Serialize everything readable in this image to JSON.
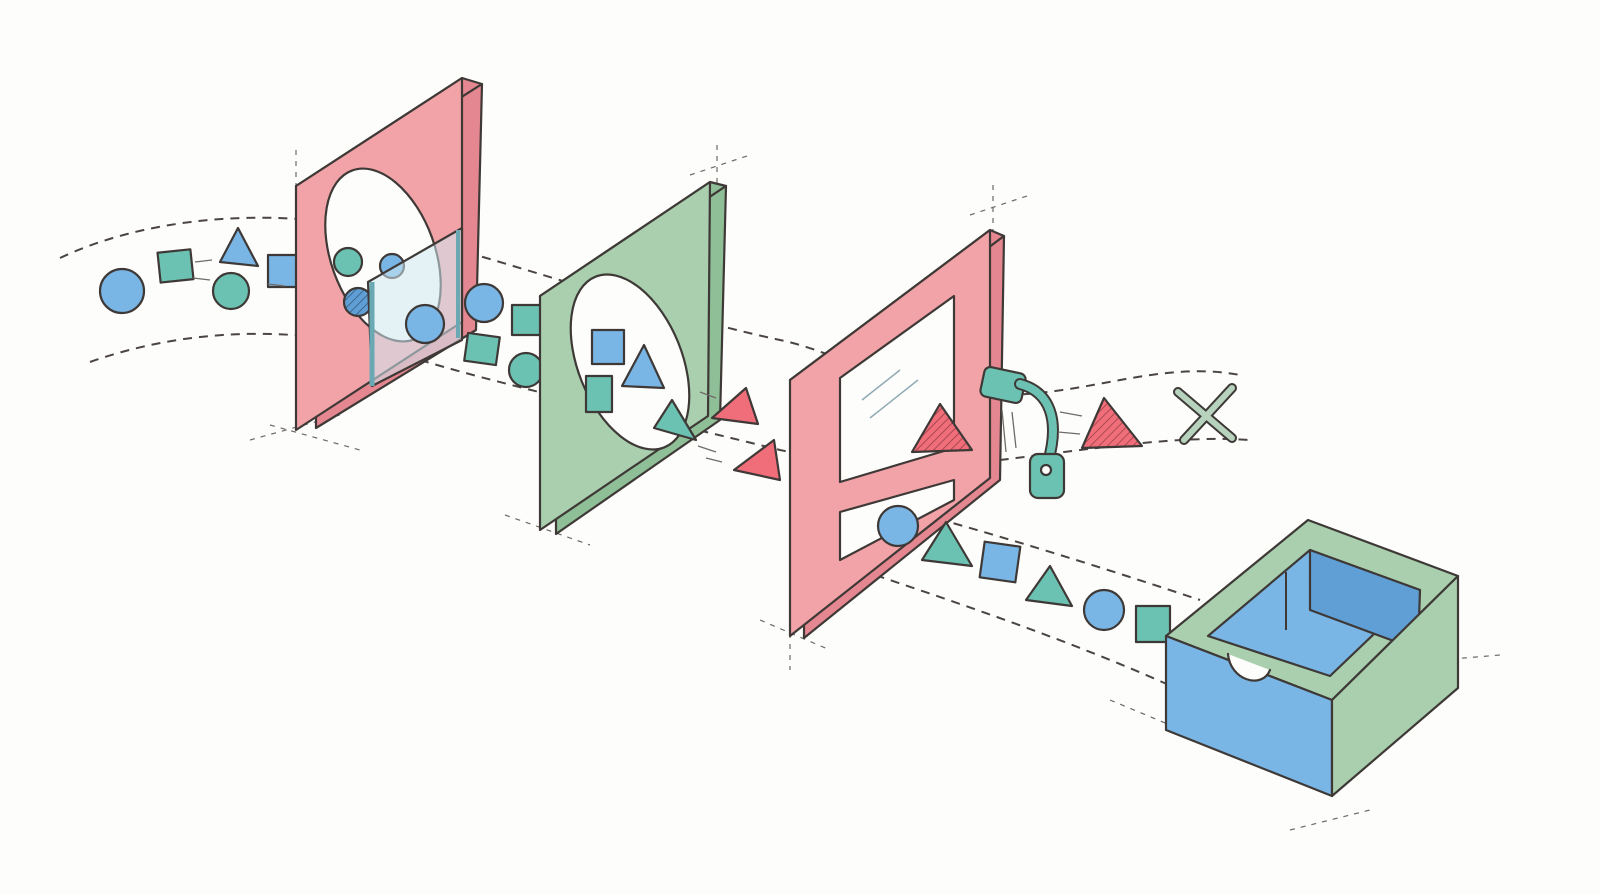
{
  "colors": {
    "pink": "#f2a3a8",
    "pink_dark": "#e58790",
    "green": "#a9cfae",
    "green_dark": "#8fbf97",
    "blue": "#79b6e6",
    "blue_dark": "#5f9fd6",
    "teal": "#6cc2b2",
    "red": "#ef6e7a",
    "ink": "#3e3936",
    "paper": "#fdfdfb"
  },
  "icons": [
    "circle-shape",
    "square-shape",
    "triangle-shape",
    "cross-icon",
    "robot-arm-icon",
    "bin-icon"
  ]
}
